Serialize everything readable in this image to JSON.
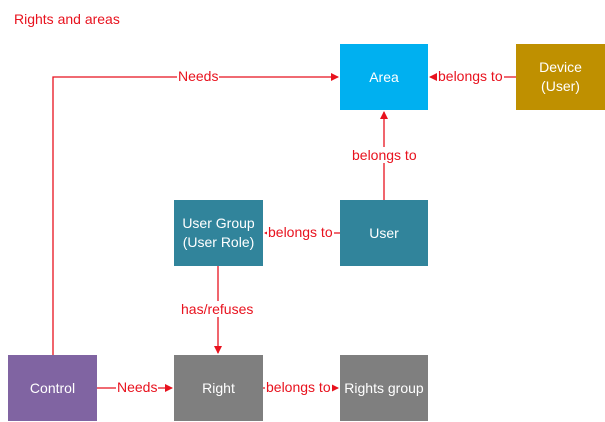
{
  "title": "Rights and areas",
  "colors": {
    "accent_red": "#e8121e",
    "area": "#00b0f0",
    "device": "#bf9000",
    "user": "#31849b",
    "control": "#8064a2",
    "right": "#7f7f7f"
  },
  "nodes": {
    "area": "Area",
    "device_line1": "Device",
    "device_line2": "(User)",
    "user_group_line1": "User Group",
    "user_group_line2": "(User Role)",
    "user": "User",
    "control": "Control",
    "right": "Right",
    "rights_group": "Rights group"
  },
  "edges": {
    "control_needs_area": "Needs",
    "device_belongs_to_area": "belongs to",
    "user_belongs_to_area": "belongs to",
    "user_belongs_to_group": "belongs to",
    "group_has_refuses_right": "has/refuses",
    "control_needs_right": "Needs",
    "right_belongs_to_rights_group": "belongs to"
  }
}
